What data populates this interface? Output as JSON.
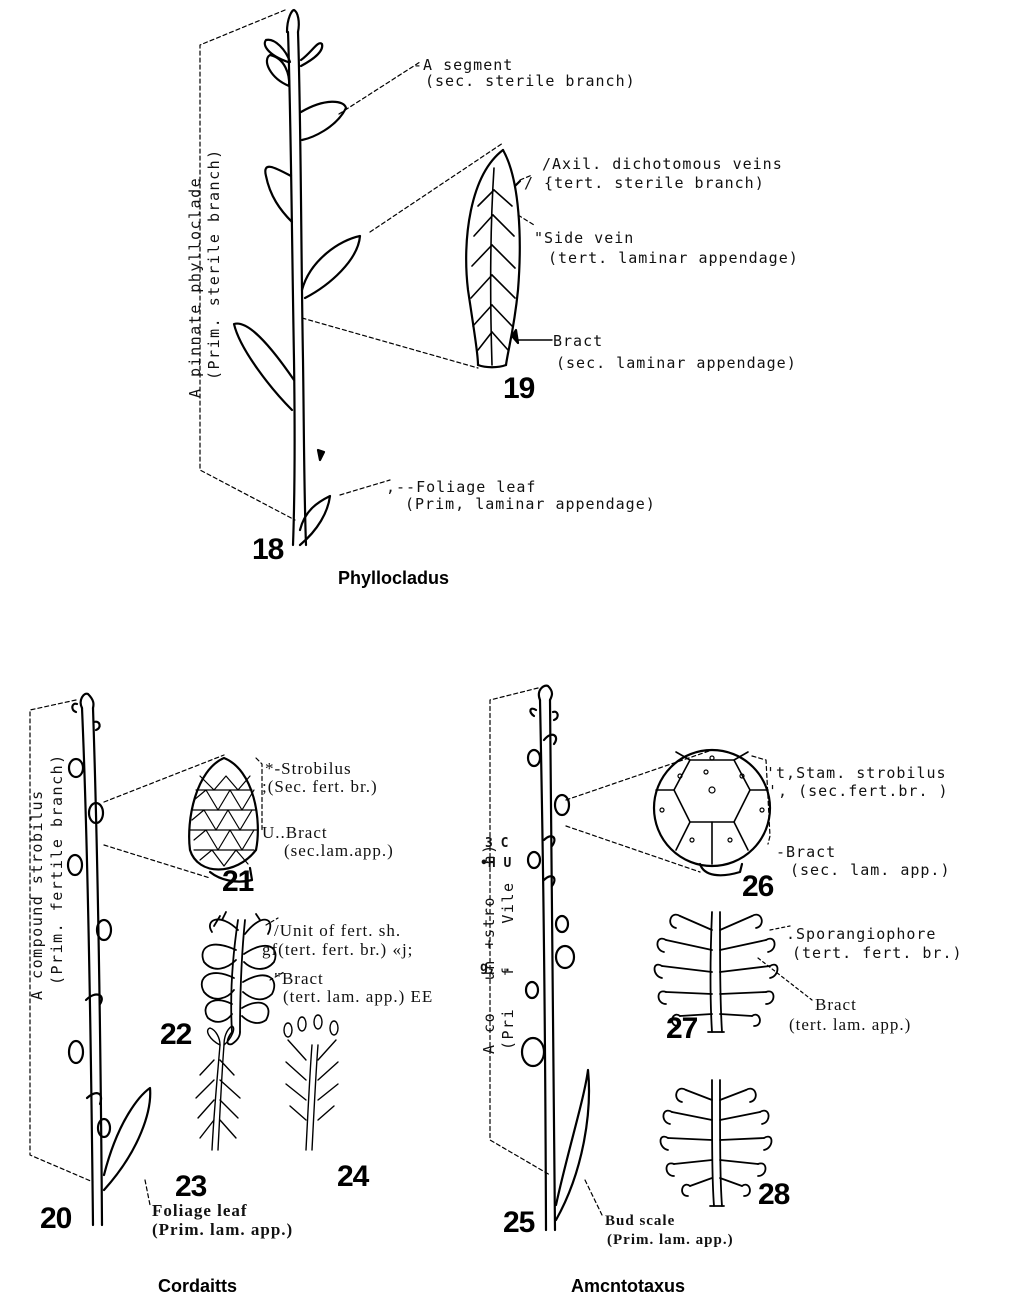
{
  "fig18": {
    "number": "18",
    "segment": [
      "-A segment",
      "(sec. sterile branch)"
    ],
    "foliage": [
      ",--Foliage leaf",
      "(Prim, laminar appendage)"
    ],
    "vertical": [
      "A pinnate phylloclade",
      "(Prim. sterile branch)"
    ]
  },
  "fig19": {
    "number": "19",
    "axil": [
      "/Axil. dichotomous veins",
      "/ {tert. sterile branch)"
    ],
    "side": [
      "\"Side vein",
      "(tert. laminar appendage)"
    ],
    "bract": [
      "Bract",
      "(sec. laminar appendage)"
    ]
  },
  "genus": {
    "phyllocladus": "Phyllocladus",
    "cordaitts": "Cordaitts",
    "amcntotaxus": "Amcntotaxus"
  },
  "fig20": {
    "number": "20",
    "vertical": [
      "A compound strobilus",
      "(Prim. fertile branch)"
    ],
    "foliage": [
      "Foliage leaf",
      "(Prim. lam. app.)"
    ]
  },
  "fig21": {
    "number": "21",
    "strobilus": [
      "*-Strobilus",
      ";(Sec. fert. br.)"
    ],
    "bract": [
      "U..Bract",
      "(sec.lam.app.)"
    ]
  },
  "fig22": {
    "number": "22",
    "unit": [
      "/Unit of fert. sh.",
      "gf(tert. fert. br.) «j;"
    ],
    "bract": [
      "\"Bract",
      "(tert. lam. app.) EE"
    ]
  },
  "fig23": {
    "number": "23"
  },
  "fig24": {
    "number": "24"
  },
  "fig25": {
    "number": "25",
    "bud": [
      "Bud scale",
      "(Prim. lam. app.)"
    ],
    "vertical": [
      "A co   un +stro   h)",
      "(Pri   f    Vile"
    ],
    "garble": [
      "3 C",
      "•H U",
      "g, ."
    ]
  },
  "fig26": {
    "number": "26",
    "stam": [
      "'t,Stam. strobilus",
      "', (sec.fert.br. )"
    ],
    "bract": [
      "-Bract",
      "(sec. lam. app.)"
    ]
  },
  "fig27": {
    "number": "27",
    "sporangiophore": [
      ".Sporangiophore",
      "(tert. fert. br.)"
    ],
    "bract": [
      "Bract",
      "(tert. lam. app.)"
    ]
  },
  "fig28": {
    "number": "28"
  }
}
